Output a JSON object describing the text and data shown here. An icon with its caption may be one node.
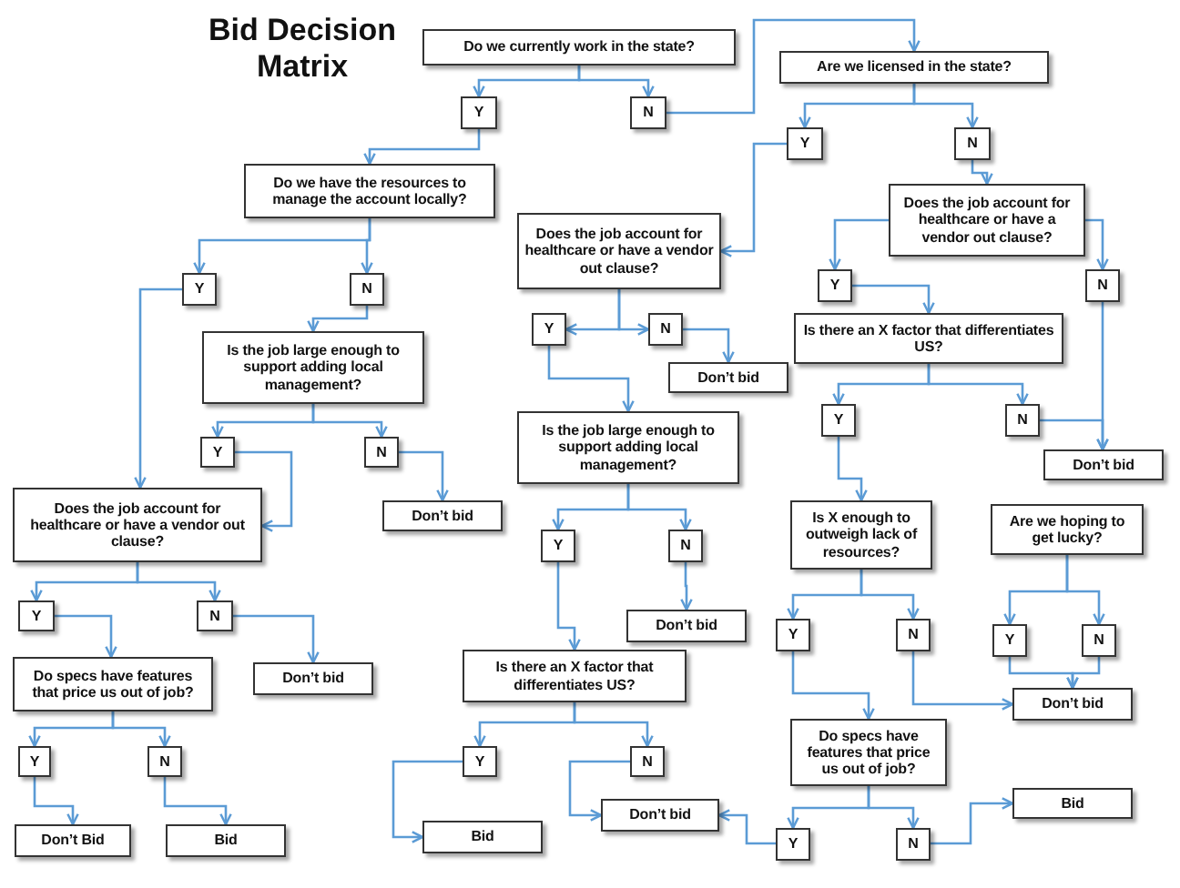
{
  "diagram": {
    "title": "Bid Decision Matrix",
    "nodes": [
      {
        "text": [
          "Do we currently work in the state?"
        ]
      },
      {
        "text": [
          "Y"
        ]
      },
      {
        "text": [
          "N"
        ]
      },
      {
        "text": [
          "Are we licensed in the state?"
        ]
      },
      {
        "text": [
          "Y"
        ]
      },
      {
        "text": [
          "N"
        ]
      },
      {
        "text": [
          "Do we have the resources to manage the account locally?"
        ]
      },
      {
        "text": [
          "Does the job account for healthcare or have a vendor out clause?"
        ]
      },
      {
        "text": [
          "Does the job account for healthcare or have a vendor out clause?"
        ]
      },
      {
        "text": [
          "Y"
        ]
      },
      {
        "text": [
          "N"
        ]
      },
      {
        "text": [
          "Y"
        ]
      },
      {
        "text": [
          "N"
        ]
      },
      {
        "text": [
          "Y"
        ]
      },
      {
        "text": [
          "N"
        ]
      },
      {
        "text": [
          "Is the job large enough to support adding local management?"
        ]
      },
      {
        "text": [
          "Is there an X factor that differentiates US?"
        ]
      },
      {
        "text": [
          "Don’t bid"
        ]
      },
      {
        "text": [
          "Y"
        ]
      },
      {
        "text": [
          "N"
        ]
      },
      {
        "text": [
          "Y"
        ]
      },
      {
        "text": [
          "N"
        ]
      },
      {
        "text": [
          "Is the job large enough to support adding local management?"
        ]
      },
      {
        "text": [
          "Don’t bid"
        ]
      },
      {
        "text": [
          "Does the job account for healthcare or have a vendor out clause?"
        ]
      },
      {
        "text": [
          "Don’t bid"
        ]
      },
      {
        "text": [
          "Is X enough to outweigh lack of resources?"
        ]
      },
      {
        "text": [
          "Are we hoping to get lucky?"
        ]
      },
      {
        "text": [
          "Y"
        ]
      },
      {
        "text": [
          "N"
        ]
      },
      {
        "text": [
          "Y"
        ]
      },
      {
        "text": [
          "N"
        ]
      },
      {
        "text": [
          "Don’t bid"
        ]
      },
      {
        "text": [
          "Y"
        ]
      },
      {
        "text": [
          "N"
        ]
      },
      {
        "text": [
          "Y"
        ]
      },
      {
        "text": [
          "N"
        ]
      },
      {
        "text": [
          "Do specs have features that price us out of job?"
        ]
      },
      {
        "text": [
          "Don’t bid"
        ]
      },
      {
        "text": [
          "Don’t bid"
        ]
      },
      {
        "text": [
          "Is there an X factor that differentiates US?"
        ]
      },
      {
        "text": [
          "Do specs have features that price us out of job?"
        ]
      },
      {
        "text": [
          "Y"
        ]
      },
      {
        "text": [
          "N"
        ]
      },
      {
        "text": [
          "Y"
        ]
      },
      {
        "text": [
          "N"
        ]
      },
      {
        "text": [
          "Bid"
        ]
      },
      {
        "text": [
          "Don’t bid"
        ]
      },
      {
        "text": [
          "Y"
        ]
      },
      {
        "text": [
          "N"
        ]
      },
      {
        "text": [
          "Don’t Bid"
        ]
      },
      {
        "text": [
          "Bid"
        ]
      },
      {
        "text": [
          "Bid"
        ]
      }
    ],
    "edges": [
      {
        "from": 0,
        "to": 1,
        "arrow": "to"
      },
      {
        "from": 0,
        "to": 2,
        "arrow": "to"
      },
      {
        "from": 1,
        "to": 6,
        "arrow": "to"
      },
      {
        "from": 2,
        "to": 3,
        "arrow": "to"
      },
      {
        "from": 3,
        "to": 4,
        "arrow": "to"
      },
      {
        "from": 3,
        "to": 5,
        "arrow": "to"
      },
      {
        "from": 4,
        "to": 7,
        "arrow": "to"
      },
      {
        "from": 5,
        "to": 8,
        "arrow": "to"
      },
      {
        "from": 6,
        "to": 9,
        "arrow": "to"
      },
      {
        "from": 6,
        "to": 10,
        "arrow": "to"
      },
      {
        "from": 8,
        "to": 11,
        "arrow": "to"
      },
      {
        "from": 8,
        "to": 12,
        "arrow": "to"
      },
      {
        "from": 7,
        "to": 13,
        "arrow": "to"
      },
      {
        "from": 7,
        "to": 14,
        "arrow": "to"
      },
      {
        "from": 14,
        "to": 17,
        "arrow": "to"
      },
      {
        "from": 13,
        "to": 22,
        "arrow": "to"
      },
      {
        "from": 10,
        "to": 15,
        "arrow": "to"
      },
      {
        "from": 11,
        "to": 16,
        "arrow": "to"
      },
      {
        "from": 16,
        "to": 20,
        "arrow": "to"
      },
      {
        "from": 16,
        "to": 21,
        "arrow": "to"
      },
      {
        "from": 12,
        "to": 23,
        "arrow": "to"
      },
      {
        "from": 21,
        "to": 23,
        "arrow": "to"
      },
      {
        "from": 15,
        "to": 18,
        "arrow": "to"
      },
      {
        "from": 15,
        "to": 19,
        "arrow": "to"
      },
      {
        "from": 19,
        "to": 25,
        "arrow": "to"
      },
      {
        "from": 9,
        "to": 24,
        "arrow": "to"
      },
      {
        "from": 18,
        "to": 24,
        "arrow": "to"
      },
      {
        "from": 20,
        "to": 26,
        "arrow": "to"
      },
      {
        "from": 22,
        "to": 28,
        "arrow": "to"
      },
      {
        "from": 22,
        "to": 29,
        "arrow": "to"
      },
      {
        "from": 29,
        "to": 32,
        "arrow": "to"
      },
      {
        "from": 28,
        "to": 40,
        "arrow": "to"
      },
      {
        "from": 24,
        "to": 30,
        "arrow": "to"
      },
      {
        "from": 24,
        "to": 31,
        "arrow": "to"
      },
      {
        "from": 31,
        "to": 38,
        "arrow": "to"
      },
      {
        "from": 30,
        "to": 37,
        "arrow": "to"
      },
      {
        "from": 26,
        "to": 33,
        "arrow": "to"
      },
      {
        "from": 26,
        "to": 34,
        "arrow": "to"
      },
      {
        "from": 34,
        "to": 39,
        "arrow": "to"
      },
      {
        "from": 27,
        "to": 35,
        "arrow": "to"
      },
      {
        "from": 27,
        "to": 36,
        "arrow": "to"
      },
      {
        "from": 35,
        "to": 39,
        "arrow": "to"
      },
      {
        "from": 36,
        "to": 39,
        "arrow": "to"
      },
      {
        "from": 37,
        "to": 42,
        "arrow": "to"
      },
      {
        "from": 37,
        "to": 43,
        "arrow": "to"
      },
      {
        "from": 42,
        "to": 50,
        "arrow": "to"
      },
      {
        "from": 43,
        "to": 51,
        "arrow": "to"
      },
      {
        "from": 40,
        "to": 44,
        "arrow": "to"
      },
      {
        "from": 40,
        "to": 45,
        "arrow": "to"
      },
      {
        "from": 44,
        "to": 52,
        "arrow": "to"
      },
      {
        "from": 45,
        "to": 47,
        "arrow": "to"
      },
      {
        "from": 33,
        "to": 41,
        "arrow": "to"
      },
      {
        "from": 41,
        "to": 48,
        "arrow": "to"
      },
      {
        "from": 41,
        "to": 49,
        "arrow": "to"
      },
      {
        "from": 48,
        "to": 47,
        "arrow": "to"
      },
      {
        "from": 49,
        "to": 46,
        "arrow": "to"
      }
    ]
  }
}
